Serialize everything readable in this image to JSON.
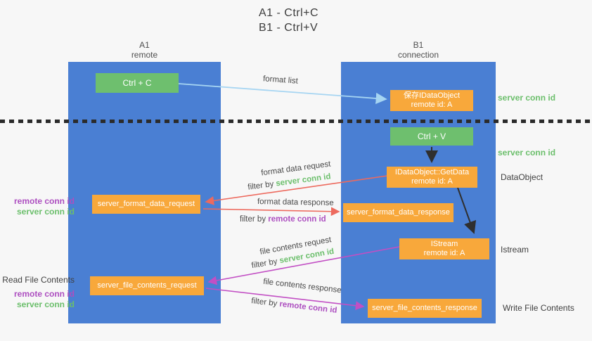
{
  "title": {
    "line1": "A1 - Ctrl+C",
    "line2": "B1 - Ctrl+V"
  },
  "lanes": {
    "left": {
      "name": "A1",
      "sub": "remote"
    },
    "right": {
      "name": "B1",
      "sub": "connection"
    }
  },
  "nodes": {
    "ctrl_c": {
      "label": "Ctrl + C"
    },
    "save_dataobject": {
      "line1": "保存IDataObject",
      "line2": "remote id: A"
    },
    "ctrl_v": {
      "label": "Ctrl + V"
    },
    "getdata": {
      "line1": "IDataObject::GetData",
      "line2": "remote id: A"
    },
    "format_request": {
      "label": "server_format_data_request"
    },
    "format_response": {
      "label": "server_format_data_response"
    },
    "istream": {
      "line1": "IStream",
      "line2": "remote id: A"
    },
    "file_request": {
      "label": "server_file_contents_request"
    },
    "file_response": {
      "label": "server_file_contents_response"
    }
  },
  "edges": {
    "format_list": {
      "label": "format list"
    },
    "format_request": {
      "label": "format data request",
      "filter_prefix": "filter by",
      "filter_key": "server conn id"
    },
    "format_response": {
      "label": "format data response",
      "filter_prefix": "filter by",
      "filter_key": "remote conn id"
    },
    "file_request": {
      "label": "file contents request",
      "filter_prefix": "filter by",
      "filter_key": "server conn id"
    },
    "file_response": {
      "label": "file contents response",
      "filter_prefix": "filter by",
      "filter_key": "remote conn id"
    }
  },
  "side_labels": {
    "right_server_conn_id_1": "server conn id",
    "right_server_conn_id_2": "server conn id",
    "right_dataobject": "DataObject",
    "right_istream": "Istream",
    "right_write_file": "Write File Contents",
    "left_remote_conn_id_1": "remote conn id",
    "left_server_conn_id_1": "server conn id",
    "left_read_file": "Read File Contents",
    "left_remote_conn_id_2": "remote conn id",
    "left_server_conn_id_2": "server conn id"
  },
  "colors": {
    "lane_blue": "#4a7fd3",
    "box_green": "#6ebf6e",
    "box_orange": "#f8a83b",
    "arrow_blue": "#a6d5f2",
    "arrow_red": "#ed6a5e",
    "arrow_magenta": "#c24fc4",
    "arrow_black": "#2f2f2f",
    "text_green": "#6cbf6c",
    "text_purple": "#ad4fc0"
  }
}
